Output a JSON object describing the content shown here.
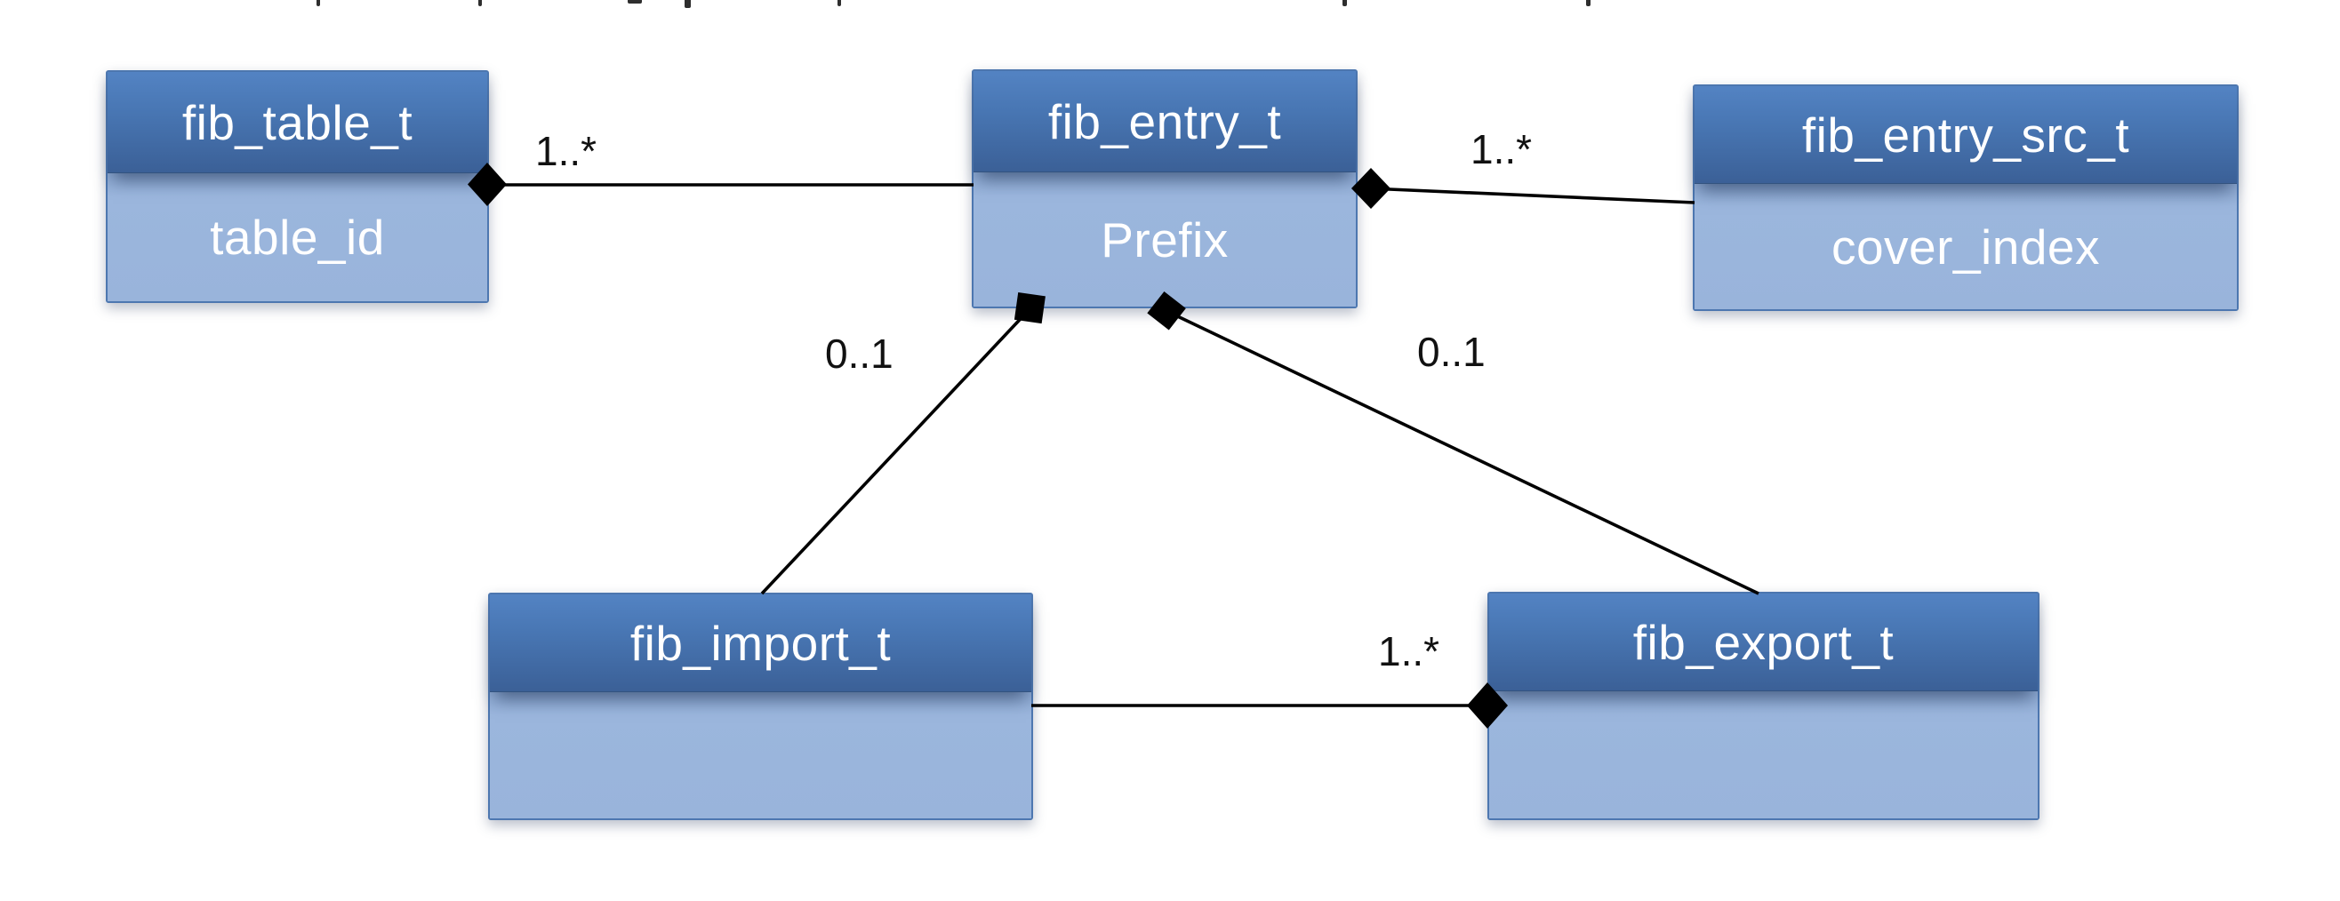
{
  "diagram": {
    "type": "uml-class-diagram",
    "classes": [
      {
        "name": "fib_table_t",
        "attribute": "table_id"
      },
      {
        "name": "fib_entry_t",
        "attribute": "Prefix"
      },
      {
        "name": "fib_entry_src_t",
        "attribute": "cover_index"
      },
      {
        "name": "fib_import_t",
        "attribute": ""
      },
      {
        "name": "fib_export_t",
        "attribute": ""
      }
    ],
    "relations": [
      {
        "from": "fib_table_t",
        "to": "fib_entry_t",
        "type": "composition",
        "multiplicity": "1..*"
      },
      {
        "from": "fib_entry_t",
        "to": "fib_entry_src_t",
        "type": "composition",
        "multiplicity": "1..*"
      },
      {
        "from": "fib_entry_t",
        "to": "fib_import_t",
        "type": "composition",
        "multiplicity": "0..1"
      },
      {
        "from": "fib_entry_t",
        "to": "fib_export_t",
        "type": "composition",
        "multiplicity": "0..1"
      },
      {
        "from": "fib_export_t",
        "to": "fib_import_t",
        "type": "composition",
        "multiplicity": "1..*"
      }
    ],
    "colors": {
      "header_top": "#5383c3",
      "header_bottom": "#3b6097",
      "body": "#99b4db",
      "border": "#4d77b0",
      "line": "#000000",
      "label_text": "#111111",
      "title_text": "#ffffff"
    }
  }
}
